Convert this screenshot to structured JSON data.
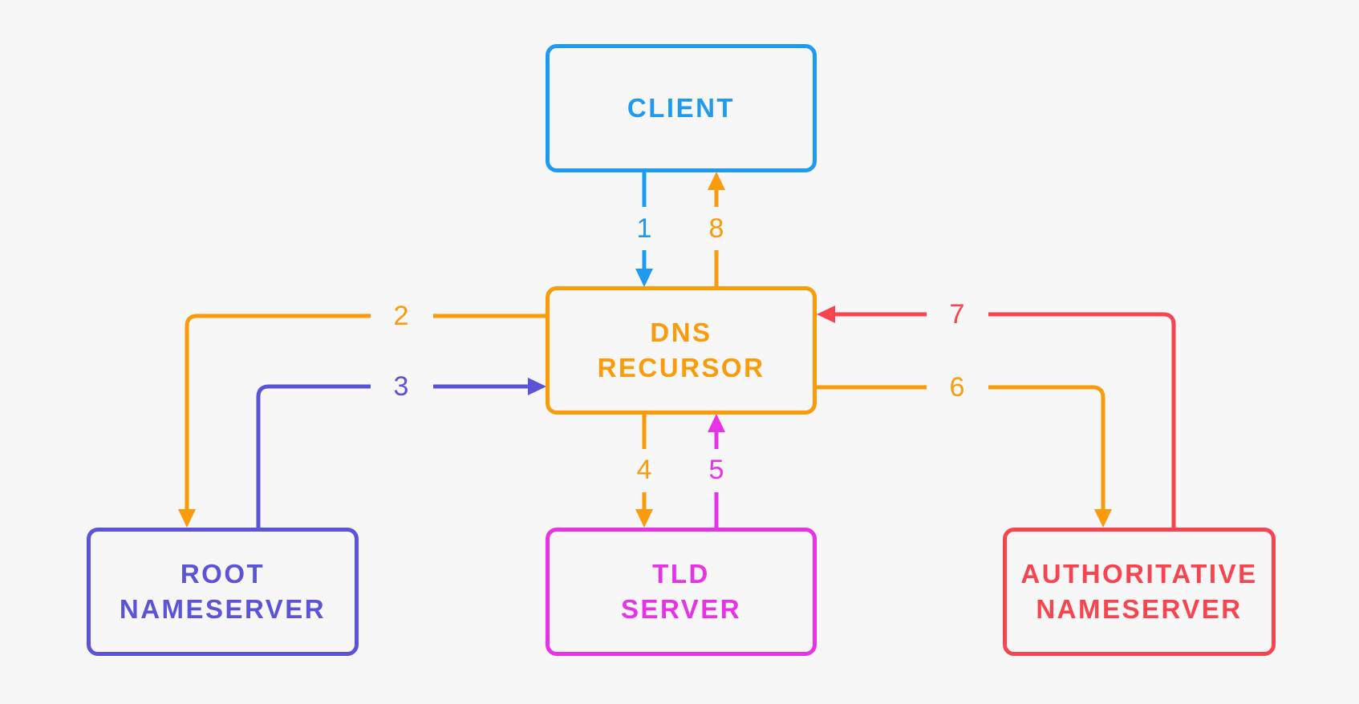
{
  "canvas": {
    "background_color": "#F7F7F8"
  },
  "nodes": {
    "client": {
      "label_lines": [
        "CLIENT"
      ],
      "color": "#1E9BF0"
    },
    "dns_recursor": {
      "label_lines": [
        "DNS",
        "RECURSOR"
      ],
      "color": "#F99B0B"
    },
    "root_nameserver": {
      "label_lines": [
        "ROOT",
        "NAMESERVER"
      ],
      "color": "#5B53D8"
    },
    "tld_server": {
      "label_lines": [
        "TLD",
        "SERVER"
      ],
      "color": "#E832E8"
    },
    "authoritative_nameserver": {
      "label_lines": [
        "AUTHORITATIVE",
        "NAMESERVER"
      ],
      "color": "#F8444E"
    }
  },
  "edges": [
    {
      "label": "1",
      "from": "client",
      "to": "dns_recursor",
      "color": "#1E9BF0"
    },
    {
      "label": "2",
      "from": "dns_recursor",
      "to": "root_nameserver",
      "color": "#F99B0B"
    },
    {
      "label": "3",
      "from": "root_nameserver",
      "to": "dns_recursor",
      "color": "#5B53D8"
    },
    {
      "label": "4",
      "from": "dns_recursor",
      "to": "tld_server",
      "color": "#F99B0B"
    },
    {
      "label": "5",
      "from": "tld_server",
      "to": "dns_recursor",
      "color": "#E832E8"
    },
    {
      "label": "6",
      "from": "dns_recursor",
      "to": "authoritative_nameserver",
      "color": "#F99B0B"
    },
    {
      "label": "7",
      "from": "authoritative_nameserver",
      "to": "dns_recursor",
      "color": "#F8444E"
    },
    {
      "label": "8",
      "from": "dns_recursor",
      "to": "client",
      "color": "#F99B0B"
    }
  ]
}
